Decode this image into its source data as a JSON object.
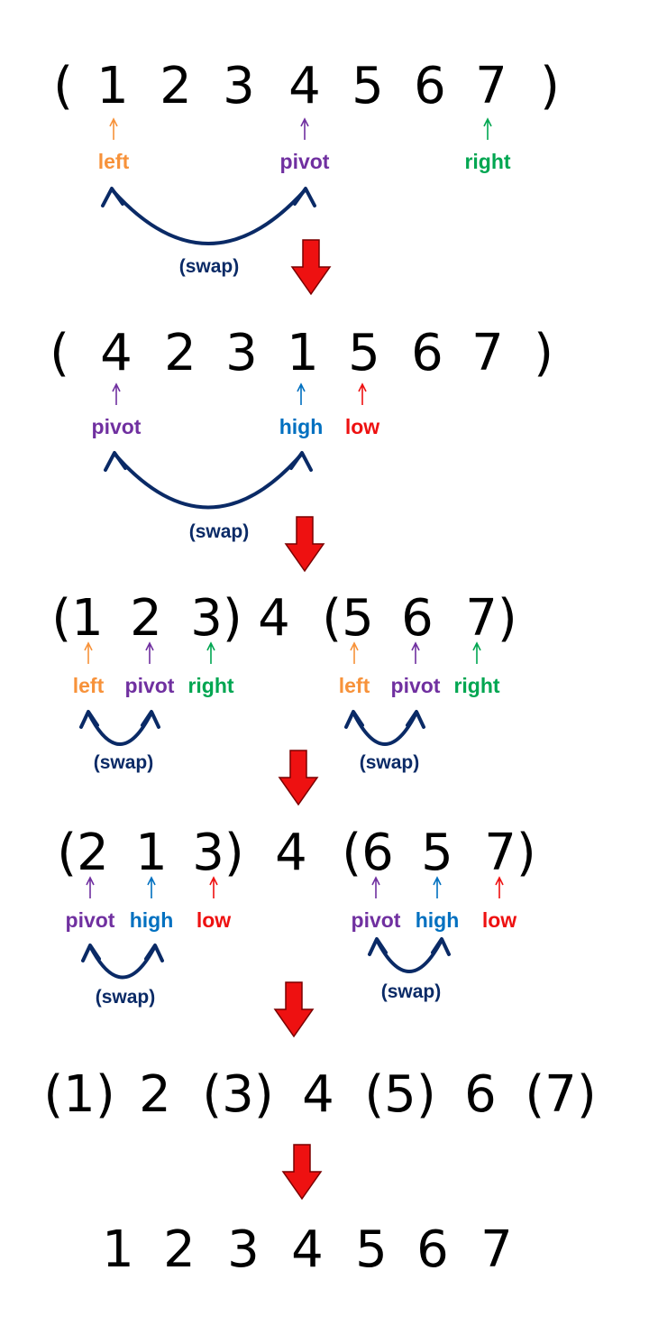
{
  "colors": {
    "left": "#f7923a",
    "pivot": "#7030a0",
    "right": "#00a651",
    "high": "#0070c0",
    "low": "#ee1111",
    "swap": "#0a2a66",
    "down_arrow": "#ee1111"
  },
  "rows": [
    {
      "tokens": [
        "(",
        "1",
        "2",
        "3",
        "4",
        "5",
        "6",
        "7",
        ")"
      ],
      "labels": [
        "left",
        "pivot",
        "right"
      ],
      "swaps": [
        "(swap)"
      ]
    },
    {
      "tokens": [
        "(",
        "4",
        "2",
        "3",
        "1",
        "5",
        "6",
        "7",
        ")"
      ],
      "labels": [
        "pivot",
        "high",
        "low"
      ],
      "swaps": [
        "(swap)"
      ]
    },
    {
      "tokens": [
        "(1",
        "2",
        "3)",
        "4",
        "(5",
        "6",
        "7)"
      ],
      "labels": [
        "left",
        "pivot",
        "right",
        "left",
        "pivot",
        "right"
      ],
      "swaps": [
        "(swap)",
        "(swap)"
      ]
    },
    {
      "tokens": [
        "(2",
        "1",
        "3)",
        "4",
        "(6",
        "5",
        "7)"
      ],
      "labels": [
        "pivot",
        "high",
        "low",
        "pivot",
        "high",
        "low"
      ],
      "swaps": [
        "(swap)",
        "(swap)"
      ]
    },
    {
      "tokens": [
        "(1)",
        "2",
        "(3)",
        "4",
        "(5)",
        "6",
        "(7)"
      ]
    },
    {
      "tokens": [
        "1",
        "2",
        "3",
        "4",
        "5",
        "6",
        "7"
      ]
    }
  ]
}
